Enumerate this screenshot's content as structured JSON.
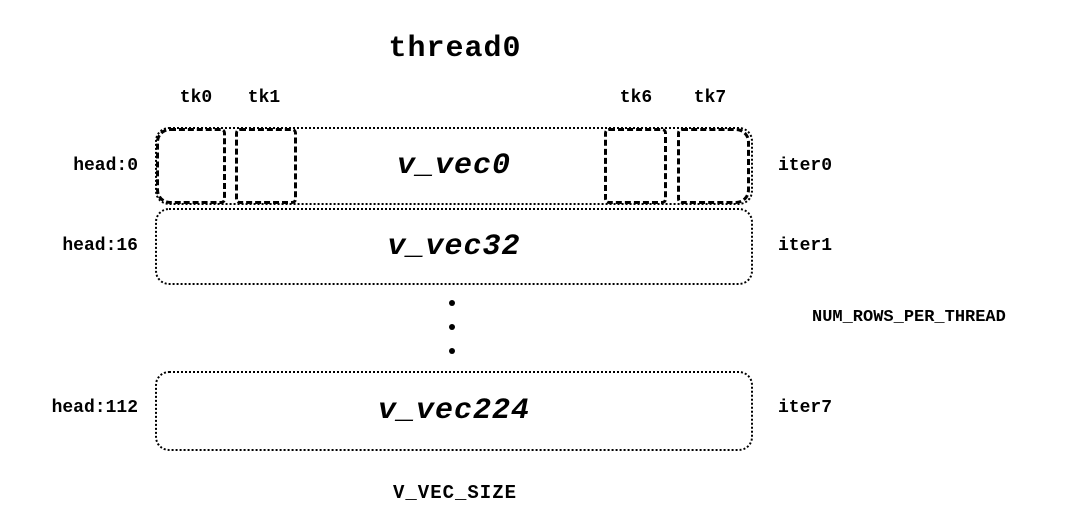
{
  "title": "thread0",
  "diagram": {
    "tick_labels": [
      "tk0",
      "tk1",
      "tk6",
      "tk7"
    ],
    "rows": [
      {
        "head": "head:0",
        "vec": "v_vec0",
        "iter": "iter0"
      },
      {
        "head": "head:16",
        "vec": "v_vec32",
        "iter": "iter1"
      },
      {
        "head": "head:112",
        "vec": "v_vec224",
        "iter": "iter7"
      }
    ],
    "right_label": "NUM_ROWS_PER_THREAD",
    "bottom_label": "V_VEC_SIZE"
  }
}
